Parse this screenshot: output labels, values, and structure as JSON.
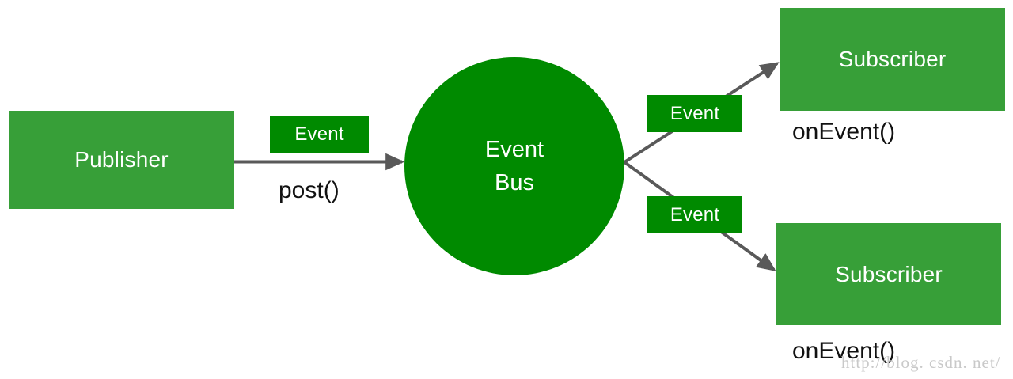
{
  "diagram": {
    "title": "EventBus publish subscribe flow",
    "colors": {
      "node_green": "#379f38",
      "accent_green": "#008a00",
      "edge_gray": "#595959",
      "text_white": "#ffffff",
      "text_dark": "#111111",
      "watermark_gray": "#c9c9c9",
      "background": "#ffffff"
    },
    "nodes": {
      "publisher": {
        "label": "Publisher",
        "shape": "rectangle"
      },
      "event_bus": {
        "label_line1": "Event",
        "label_line2": "Bus",
        "shape": "circle"
      },
      "subscriber_top": {
        "label": "Subscriber",
        "shape": "rectangle"
      },
      "subscriber_bottom": {
        "label": "Subscriber",
        "shape": "rectangle"
      }
    },
    "edge_labels": {
      "event_post": "Event",
      "event_top": "Event",
      "event_bottom": "Event"
    },
    "method_labels": {
      "post": "post()",
      "on_event_top": "onEvent()",
      "on_event_bottom": "onEvent()"
    },
    "watermark": "http://blog. csdn. net/"
  }
}
